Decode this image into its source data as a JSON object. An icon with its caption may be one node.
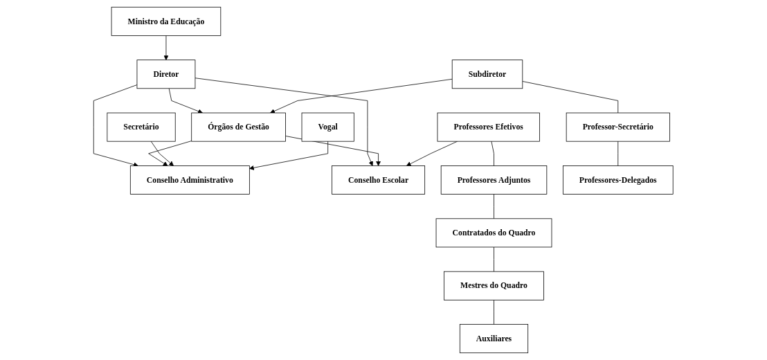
{
  "diagram": {
    "nodes": [
      {
        "text": [
          "Ministro da Educação"
        ]
      },
      {
        "text": [
          "Órgãos de Gestão"
        ]
      },
      {
        "text": [
          "Diretor"
        ]
      },
      {
        "text": [
          "Conselho Administrativo"
        ]
      },
      {
        "text": [
          "Conselho Escolar"
        ]
      },
      {
        "text": [
          "Subdiretor"
        ]
      },
      {
        "text": [
          "Professores Efetivos"
        ]
      },
      {
        "text": [
          "Secretário"
        ]
      },
      {
        "text": [
          "Vogal"
        ]
      },
      {
        "text": [
          "Professor-Secretário"
        ]
      },
      {
        "text": [
          "Professores Adjuntos"
        ]
      },
      {
        "text": [
          "Professores-Delegados"
        ]
      },
      {
        "text": [
          "Contratados do Quadro"
        ]
      },
      {
        "text": [
          "Mestres do Quadro"
        ]
      },
      {
        "text": [
          "Auxiliares"
        ]
      }
    ],
    "edges": [
      {
        "from": 0,
        "to": 2,
        "arrow": "to"
      },
      {
        "from": 2,
        "to": 1,
        "arrow": "to"
      },
      {
        "from": 2,
        "to": 3,
        "arrow": "to"
      },
      {
        "from": 2,
        "to": 4,
        "arrow": "to"
      },
      {
        "from": 1,
        "to": 3,
        "arrow": "to"
      },
      {
        "from": 1,
        "to": 4,
        "arrow": "to"
      },
      {
        "from": 5,
        "to": 1,
        "arrow": "to"
      },
      {
        "from": 7,
        "to": 3,
        "arrow": "to"
      },
      {
        "from": 8,
        "to": 3,
        "arrow": "to"
      },
      {
        "from": 6,
        "to": 4,
        "arrow": "to"
      },
      {
        "from": 5,
        "to": 9,
        "arrow": "none"
      },
      {
        "from": 9,
        "to": 11,
        "arrow": "none"
      },
      {
        "from": 6,
        "to": 10,
        "arrow": "none"
      },
      {
        "from": 10,
        "to": 12,
        "arrow": "none"
      },
      {
        "from": 12,
        "to": 13,
        "arrow": "none"
      },
      {
        "from": 13,
        "to": 14,
        "arrow": "none"
      }
    ]
  }
}
